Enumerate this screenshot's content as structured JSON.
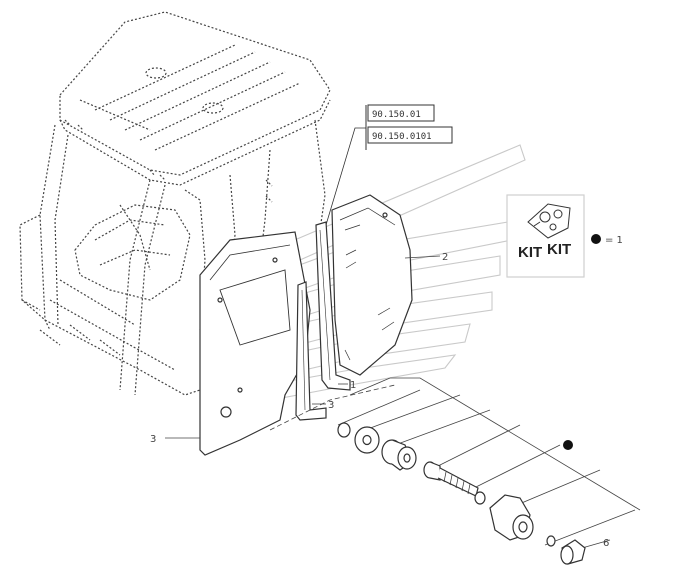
{
  "references": [
    "90.150.01",
    "90.150.0101"
  ],
  "kit": {
    "label_left": "KIT",
    "label_right": "KIT",
    "quantity_note": "= 1"
  },
  "callouts": {
    "part_1": "1",
    "part_2": "2",
    "part_3_lower": "3",
    "part_3_panel": "3",
    "part_6": "6"
  }
}
